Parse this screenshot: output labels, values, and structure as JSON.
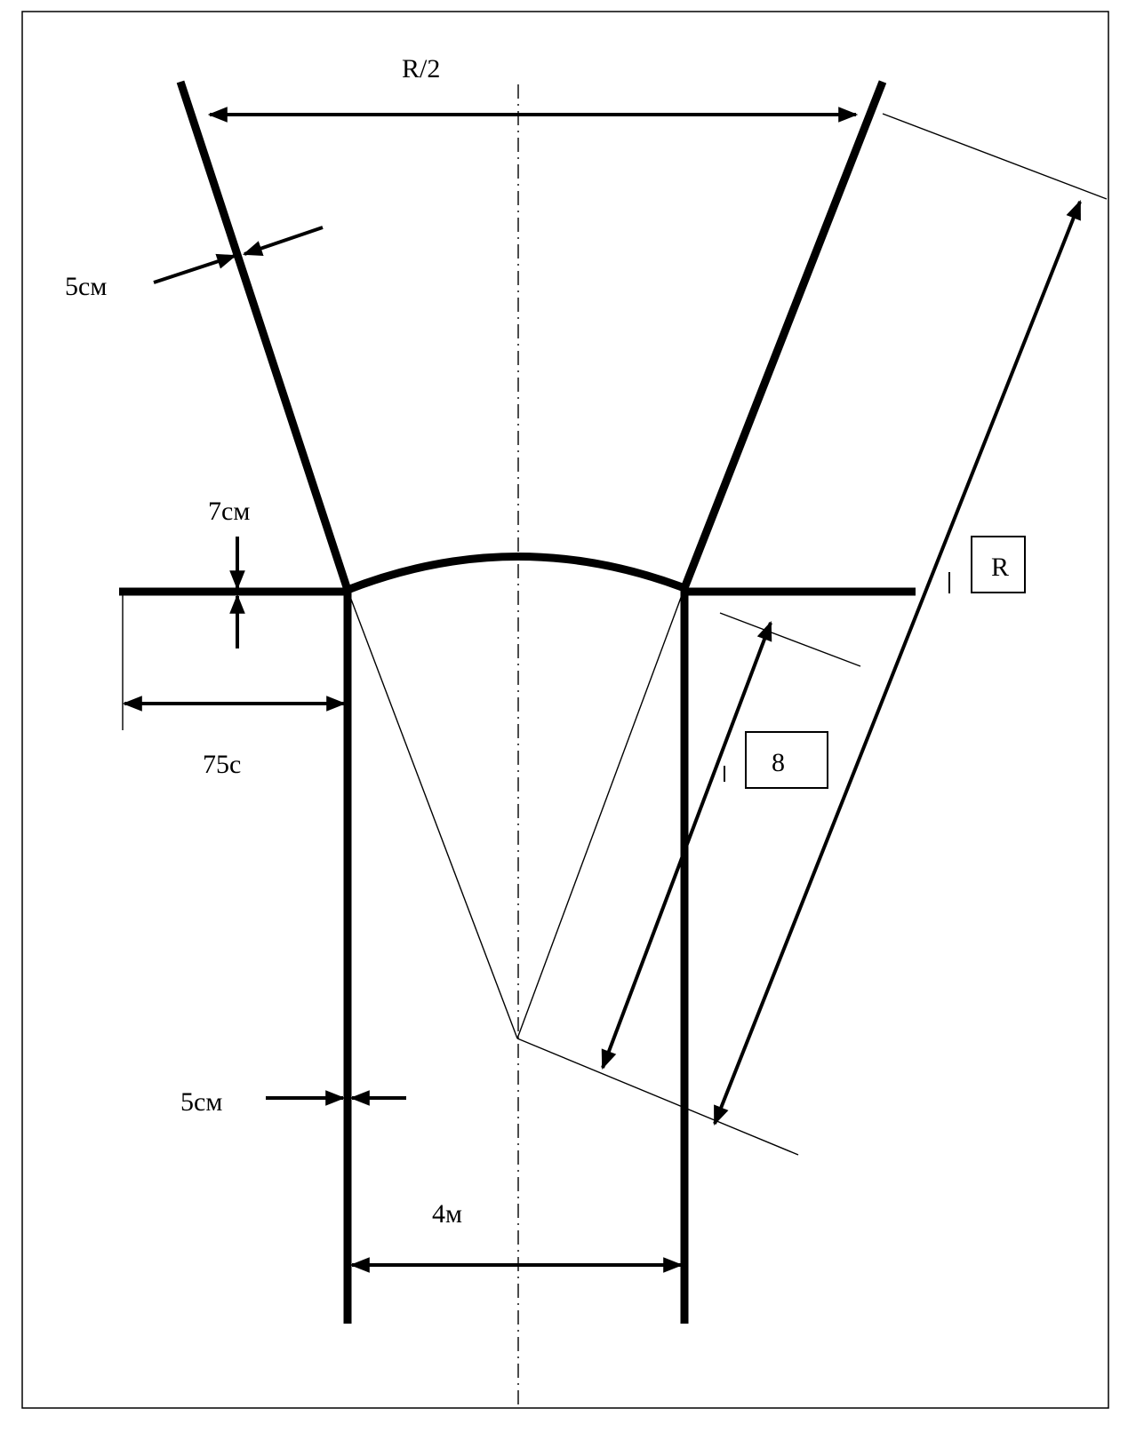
{
  "labels": {
    "half_radius": "R/2",
    "wall_thickness_top": "5см",
    "flange_thickness": "7см",
    "flange_overhang": "75с",
    "wall_thickness_bottom": "5см",
    "channel_width": "4м",
    "radius_box": "R",
    "inner_radius_box": "8"
  },
  "colors": {
    "line": "#000000",
    "background": "#ffffff"
  }
}
